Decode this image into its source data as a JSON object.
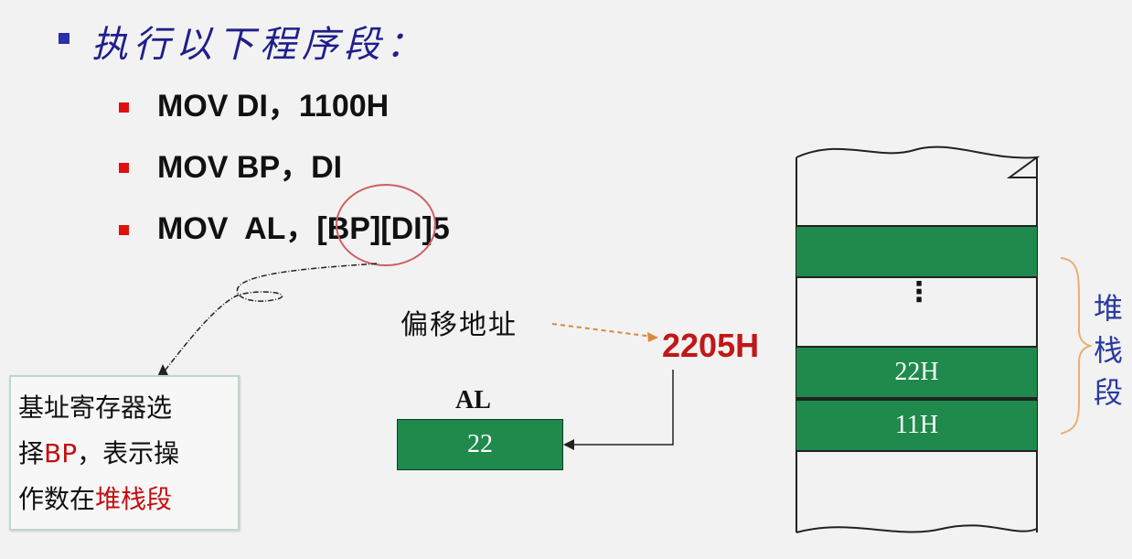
{
  "title": "执行以下程序段：",
  "code": [
    "MOV DI，1100H",
    "MOV BP，DI",
    "MOV  AL，[BP][DI]5"
  ],
  "note": {
    "line1": "基址寄存器选",
    "line2_prefix": "择",
    "line2_highlight": "BP",
    "line2_suffix": "，表示操",
    "line3_prefix": "作数在",
    "line3_highlight": "堆栈段"
  },
  "offset_label": "偏移地址",
  "address": "2205H",
  "register": {
    "name": "AL",
    "value": "22"
  },
  "memory_cells": [
    "",
    "⋮",
    "22H",
    "11H"
  ],
  "stack_label": [
    "堆",
    "栈",
    "段"
  ],
  "colors": {
    "cell_green": "#1f8a4c",
    "highlight_red": "#c41010",
    "title_blue": "#1f1f8c"
  }
}
